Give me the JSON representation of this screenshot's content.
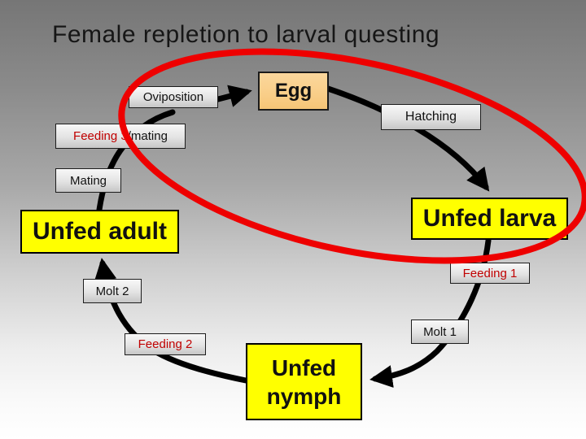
{
  "title": "Female repletion to larval questing",
  "nodes": {
    "oviposition": {
      "label": "Oviposition"
    },
    "egg": {
      "label": "Egg"
    },
    "hatching": {
      "label": "Hatching"
    },
    "unfed_larva": {
      "label": "Unfed larva"
    },
    "feeding_1": {
      "label": "Feeding 1"
    },
    "molt_1": {
      "label": "Molt 1"
    },
    "unfed_nymph": {
      "line1": "Unfed",
      "line2": "nymph"
    },
    "feeding_2": {
      "label": "Feeding 2"
    },
    "molt_2": {
      "label": "Molt 2"
    },
    "unfed_adult": {
      "label": "Unfed adult"
    },
    "mating": {
      "label": "Mating"
    },
    "feeding_3": {
      "label_red": "Feeding 3",
      "label_black": "/mating"
    }
  },
  "flow_sequence": [
    "Oviposition",
    "Egg",
    "Hatching",
    "Unfed larva",
    "Feeding 1",
    "Molt 1",
    "Unfed nymph",
    "Feeding 2",
    "Molt 2",
    "Unfed adult",
    "Mating",
    "Feeding 3/mating",
    "Oviposition"
  ],
  "arrowheads_at": [
    "Egg",
    "Unfed larva",
    "Unfed nymph",
    "Unfed adult"
  ],
  "highlight_ellipse": {
    "color": "#ee0000",
    "encircles": [
      "Oviposition",
      "Feeding 3/mating",
      "Egg",
      "Hatching",
      "Unfed larva"
    ]
  },
  "colors": {
    "background_top": "#767676",
    "background_bottom": "#ffffff",
    "gray_box": "#e3e3e3",
    "orange_box": "#f9ce88",
    "yellow_box": "#ffff00",
    "red_label_text": "#c00000",
    "arrow": "#000000",
    "ellipse": "#ee0000",
    "title_text": "#161616"
  }
}
